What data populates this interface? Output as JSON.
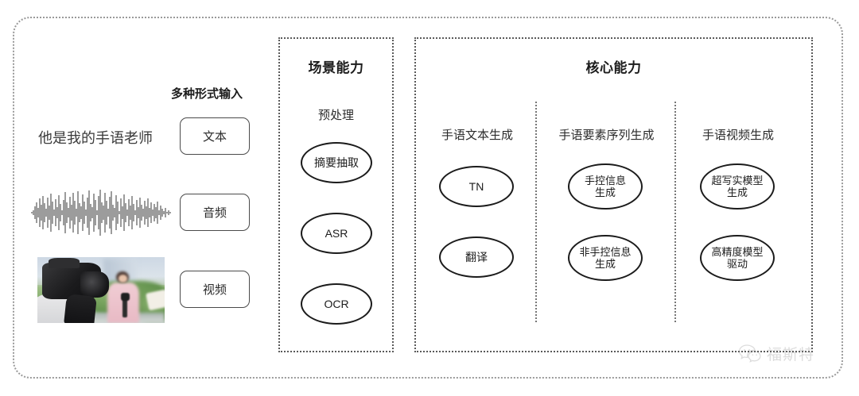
{
  "diagram": {
    "title_semantic": "sign-language-capability-architecture",
    "outer_frame": {
      "style": "dotted-rounded"
    }
  },
  "input_section": {
    "heading": "多种形式输入",
    "sample_sentence": "他是我的手语老师",
    "modality_boxes": [
      {
        "label": "文本",
        "name": "text"
      },
      {
        "label": "音频",
        "name": "audio"
      },
      {
        "label": "视频",
        "name": "video"
      }
    ],
    "media": {
      "waveform_alt": "audio-waveform",
      "video_alt": "cameraman-filming-reporter-thumbnail"
    }
  },
  "scene_panel": {
    "title": "场景能力",
    "subtitle": "预处理",
    "nodes": [
      {
        "label": "摘要抽取"
      },
      {
        "label": "ASR"
      },
      {
        "label": "OCR"
      }
    ]
  },
  "core_panel": {
    "title": "核心能力",
    "columns": [
      {
        "label": "手语文本生成",
        "nodes": [
          {
            "label": "TN"
          },
          {
            "label": "翻译"
          }
        ]
      },
      {
        "label": "手语要素序列生成",
        "nodes": [
          {
            "label": "手控信息\n生成"
          },
          {
            "label": "非手控信息\n生成"
          }
        ]
      },
      {
        "label": "手语视频生成",
        "nodes": [
          {
            "label": "超写实模型\n生成"
          },
          {
            "label": "高精度模型\n驱动"
          }
        ]
      }
    ]
  },
  "watermark": {
    "text": "福斯特",
    "icon": "wechat-icon"
  },
  "colors": {
    "frame_dotted": "#9a9a9a",
    "panel_dotted": "#5a5a5a",
    "node_stroke": "#1b1b1b",
    "text": "#1c1c1c",
    "background": "#ffffff"
  }
}
